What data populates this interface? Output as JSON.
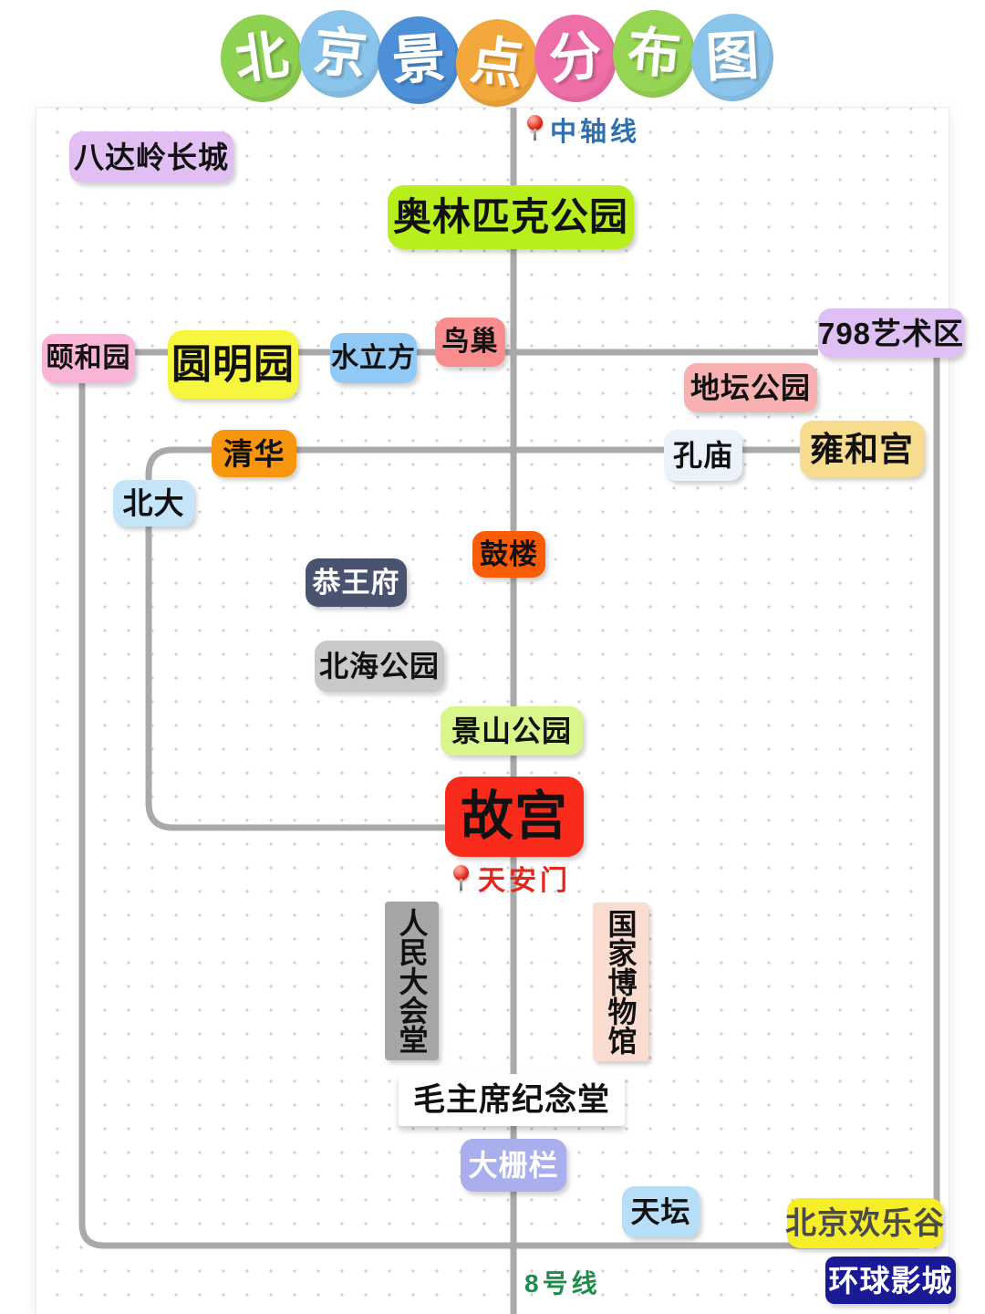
{
  "title": {
    "text": "北京景点分布图",
    "chars": [
      {
        "char": "北",
        "circle": "#8ed052"
      },
      {
        "char": "京",
        "circle": "#8ac4ea"
      },
      {
        "char": "景",
        "circle": "#4d90d8"
      },
      {
        "char": "点",
        "circle": "#f3a83d"
      },
      {
        "char": "分",
        "circle": "#ee6fa8"
      },
      {
        "char": "布",
        "circle": "#96d454"
      },
      {
        "char": "图",
        "circle": "#8ac4ea"
      }
    ]
  },
  "markers": {
    "central_axis": {
      "label": "中轴线",
      "color": "#2e6fb0"
    },
    "tiananmen": {
      "label": "天安门",
      "color": "#e3271b"
    },
    "line8": {
      "label": "8号线",
      "color": "#1d8c4d"
    },
    "pin_color": "#e02918"
  },
  "map": {
    "line_color": "#a9a9a9",
    "dot_color": "#cfcfcf",
    "panel_bg": "#ffffff"
  },
  "attractions": {
    "badaling": {
      "label": "八达岭长城",
      "bg": "#e2bff2",
      "fg": "#111111"
    },
    "olympic_park": {
      "label": "奥林匹克公园",
      "bg": "#b8ee1c",
      "fg": "#111111"
    },
    "summer_palace": {
      "label": "颐和园",
      "bg": "#f9b4d8",
      "fg": "#111111"
    },
    "yuanmingyuan": {
      "label": "圆明园",
      "bg": "#f6f63e",
      "fg": "#111111"
    },
    "water_cube": {
      "label": "水立方",
      "bg": "#90c9f5",
      "fg": "#111111"
    },
    "birds_nest": {
      "label": "鸟巢",
      "bg": "#f98c8c",
      "fg": "#111111"
    },
    "art_798": {
      "label": "798艺术区",
      "bg": "#dec0f5",
      "fg": "#111111"
    },
    "ditan_park": {
      "label": "地坛公园",
      "bg": "#f8b1b1",
      "fg": "#111111"
    },
    "confucius_temple": {
      "label": "孔庙",
      "bg": "#ecf2fa",
      "fg": "#111111"
    },
    "lama_temple": {
      "label": "雍和宫",
      "bg": "#f8dc8e",
      "fg": "#111111"
    },
    "tsinghua": {
      "label": "清华",
      "bg": "#f8960f",
      "fg": "#111111"
    },
    "peking_univ": {
      "label": "北大",
      "bg": "#c4e4f8",
      "fg": "#111111"
    },
    "drum_tower": {
      "label": "鼓楼",
      "bg": "#fa5c06",
      "fg": "#111111"
    },
    "prince_gong": {
      "label": "恭王府",
      "bg": "#495370",
      "fg": "#ffffff"
    },
    "beihai_park": {
      "label": "北海公园",
      "bg": "#c9c9c9",
      "fg": "#111111"
    },
    "jingshan_park": {
      "label": "景山公园",
      "bg": "#d9f68c",
      "fg": "#111111"
    },
    "forbidden_city": {
      "label": "故宫",
      "bg": "#f92b1c",
      "fg": "#111111"
    },
    "great_hall": {
      "label": "人民大会堂",
      "bg": "#a6a6a6",
      "fg": "#111111"
    },
    "national_museum": {
      "label": "国家博物馆",
      "bg": "#fbdcd1",
      "fg": "#111111"
    },
    "mao_memorial": {
      "label": "毛主席纪念堂",
      "bg": "#ffffff",
      "fg": "#111111"
    },
    "dashilan": {
      "label": "大栅栏",
      "bg": "#a9aeec",
      "fg": "#ffffff"
    },
    "temple_of_heaven": {
      "label": "天坛",
      "bg": "#b6def6",
      "fg": "#111111"
    },
    "happy_valley": {
      "label": "北京欢乐谷",
      "bg": "#f6ee29",
      "fg": "#4b4b4b"
    },
    "universal_studios": {
      "label": "环球影城",
      "bg": "#1a1a97",
      "fg": "#ffffff"
    }
  }
}
